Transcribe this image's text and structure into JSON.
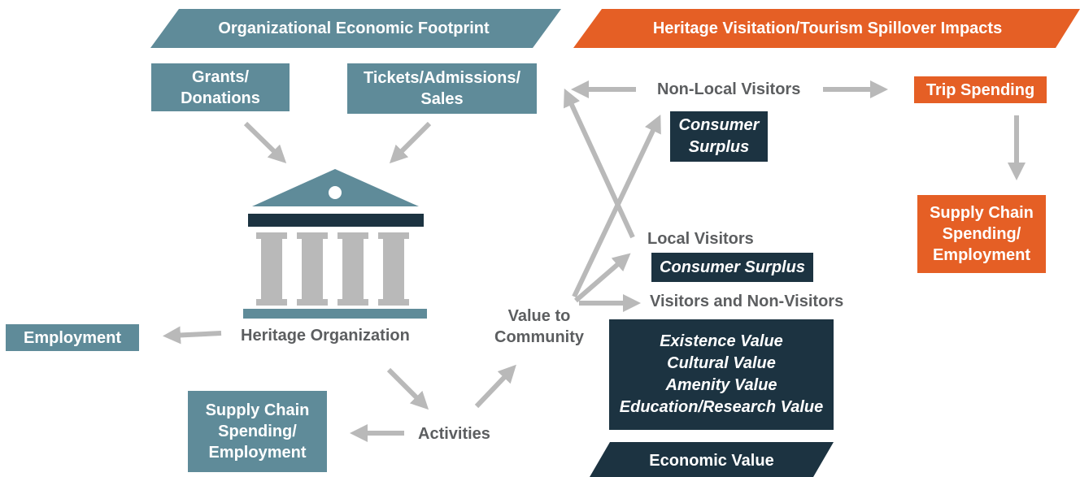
{
  "headers": {
    "left": "Organizational Economic Footprint",
    "right": "Heritage Visitation/Tourism Spillover Impacts",
    "bottom": "Economic Value"
  },
  "inputs": {
    "grants": "Grants/\nDonations",
    "tickets": "Tickets/Admissions/\nSales"
  },
  "organization": {
    "label": "Heritage Organization",
    "icon": "heritage-building-icon"
  },
  "outputs": {
    "employment": "Employment",
    "supply_chain_left": "Supply Chain\nSpending/\nEmployment",
    "activities": "Activities",
    "value_to_community": "Value to\nCommunity"
  },
  "visitors": {
    "non_local": "Non-Local Visitors",
    "non_local_surplus": "Consumer\nSurplus",
    "local": "Local Visitors",
    "local_surplus": "Consumer Surplus",
    "all": "Visitors and Non-Visitors",
    "values": "Existence Value\nCultural Value\nAmenity Value\nEducation/Research Value"
  },
  "tourism": {
    "trip_spending": "Trip Spending",
    "supply_chain_right": "Supply Chain\nSpending/\nEmployment"
  },
  "colors": {
    "teal": "#5f8b99",
    "orange": "#e55f25",
    "navy": "#1c3341",
    "arrow": "#b9b9b9",
    "text": "#5c5e60"
  }
}
